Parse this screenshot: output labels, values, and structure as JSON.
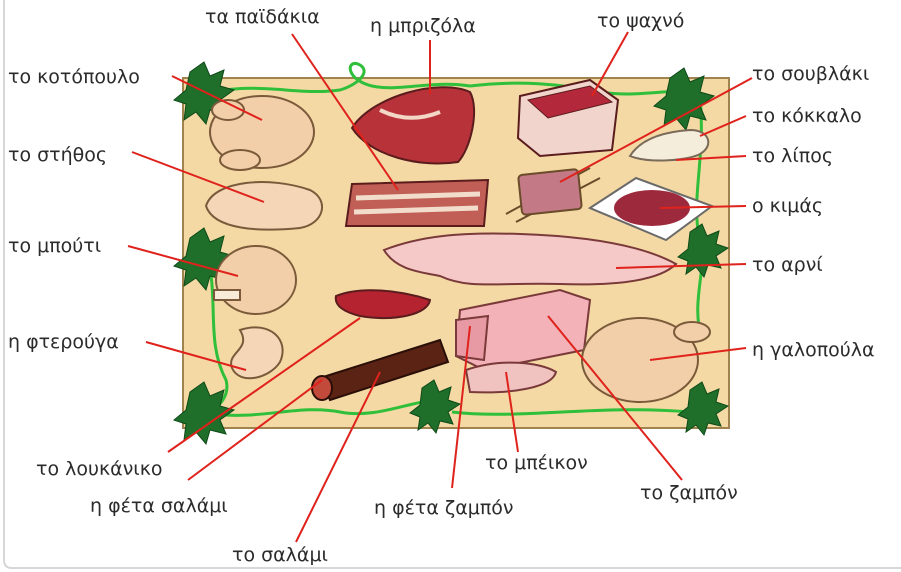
{
  "labels": {
    "paidakia": "τα  παϊδάκια",
    "brizola": "η μπριζόλα",
    "psaxno": "το ψαχνό",
    "kotopoulo": "το κοτόπουλο",
    "souvlaki": "το σουβλάκι",
    "kokkalo": "το κόκκαλο",
    "stithos": "το στήθος",
    "lipos": "το λίπος",
    "kimas": "ο κιμάς",
    "bouti": "το μπούτι",
    "arni": "το αρνί",
    "fterouga": "η φτερούγα",
    "galopoula": "η γαλοπούλα",
    "loukaniko": "το λουκάνικο",
    "beikon": "το μπέικον",
    "zampon": "το ζαμπόν",
    "feta_salami": "η φέτα σαλάμι",
    "feta_zampon": "η φέτα ζαμπόν",
    "salami": "το σαλάμι"
  },
  "colors": {
    "board": "#f4d9a4",
    "board_border": "#a0834f",
    "leader_line": "#e0221c",
    "vine": "#2fbf3a",
    "leaf": "#1f6e2a",
    "label_text": "#2b2b2b"
  }
}
